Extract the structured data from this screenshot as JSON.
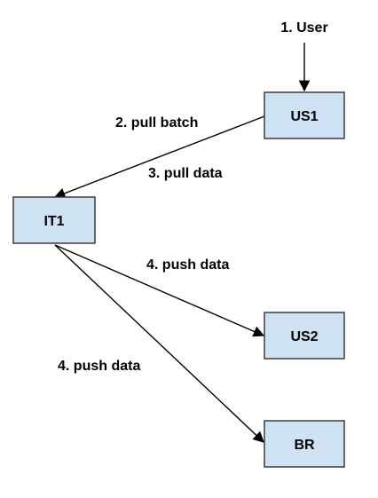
{
  "nodes": {
    "us1": {
      "label": "US1"
    },
    "it1": {
      "label": "IT1"
    },
    "us2": {
      "label": "US2"
    },
    "br": {
      "label": "BR"
    }
  },
  "labels": {
    "user": "1. User",
    "pull_batch": "2. pull batch",
    "pull_data": "3. pull data",
    "push_data_us2": "4. push data",
    "push_data_br": "4. push data"
  }
}
